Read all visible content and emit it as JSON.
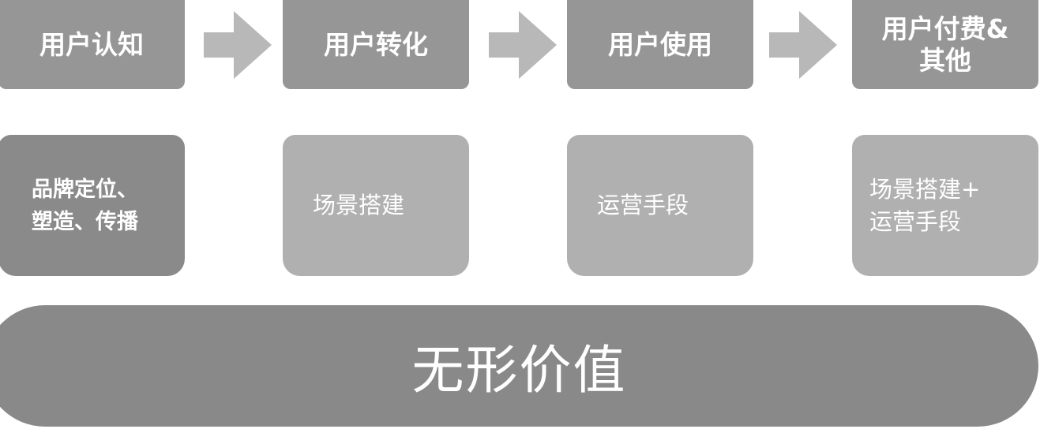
{
  "stages": [
    {
      "label": "用户认知"
    },
    {
      "label": "用户转化"
    },
    {
      "label": "用户使用"
    },
    {
      "label": "用户付费&\n其他"
    }
  ],
  "methods": [
    {
      "label": "品牌定位、\n塑造、传播"
    },
    {
      "label": "场景搭建"
    },
    {
      "label": "运营手段"
    },
    {
      "label": "场景搭建+\n运营手段"
    }
  ],
  "foundation": {
    "label": "无形价值"
  },
  "colors": {
    "stage_box": "#969696",
    "method_box": "#b0b0b0",
    "method_box_first": "#8a8a8a",
    "arrow": "#b8b8b8",
    "foundation": "#898989",
    "text": "#ffffff"
  }
}
